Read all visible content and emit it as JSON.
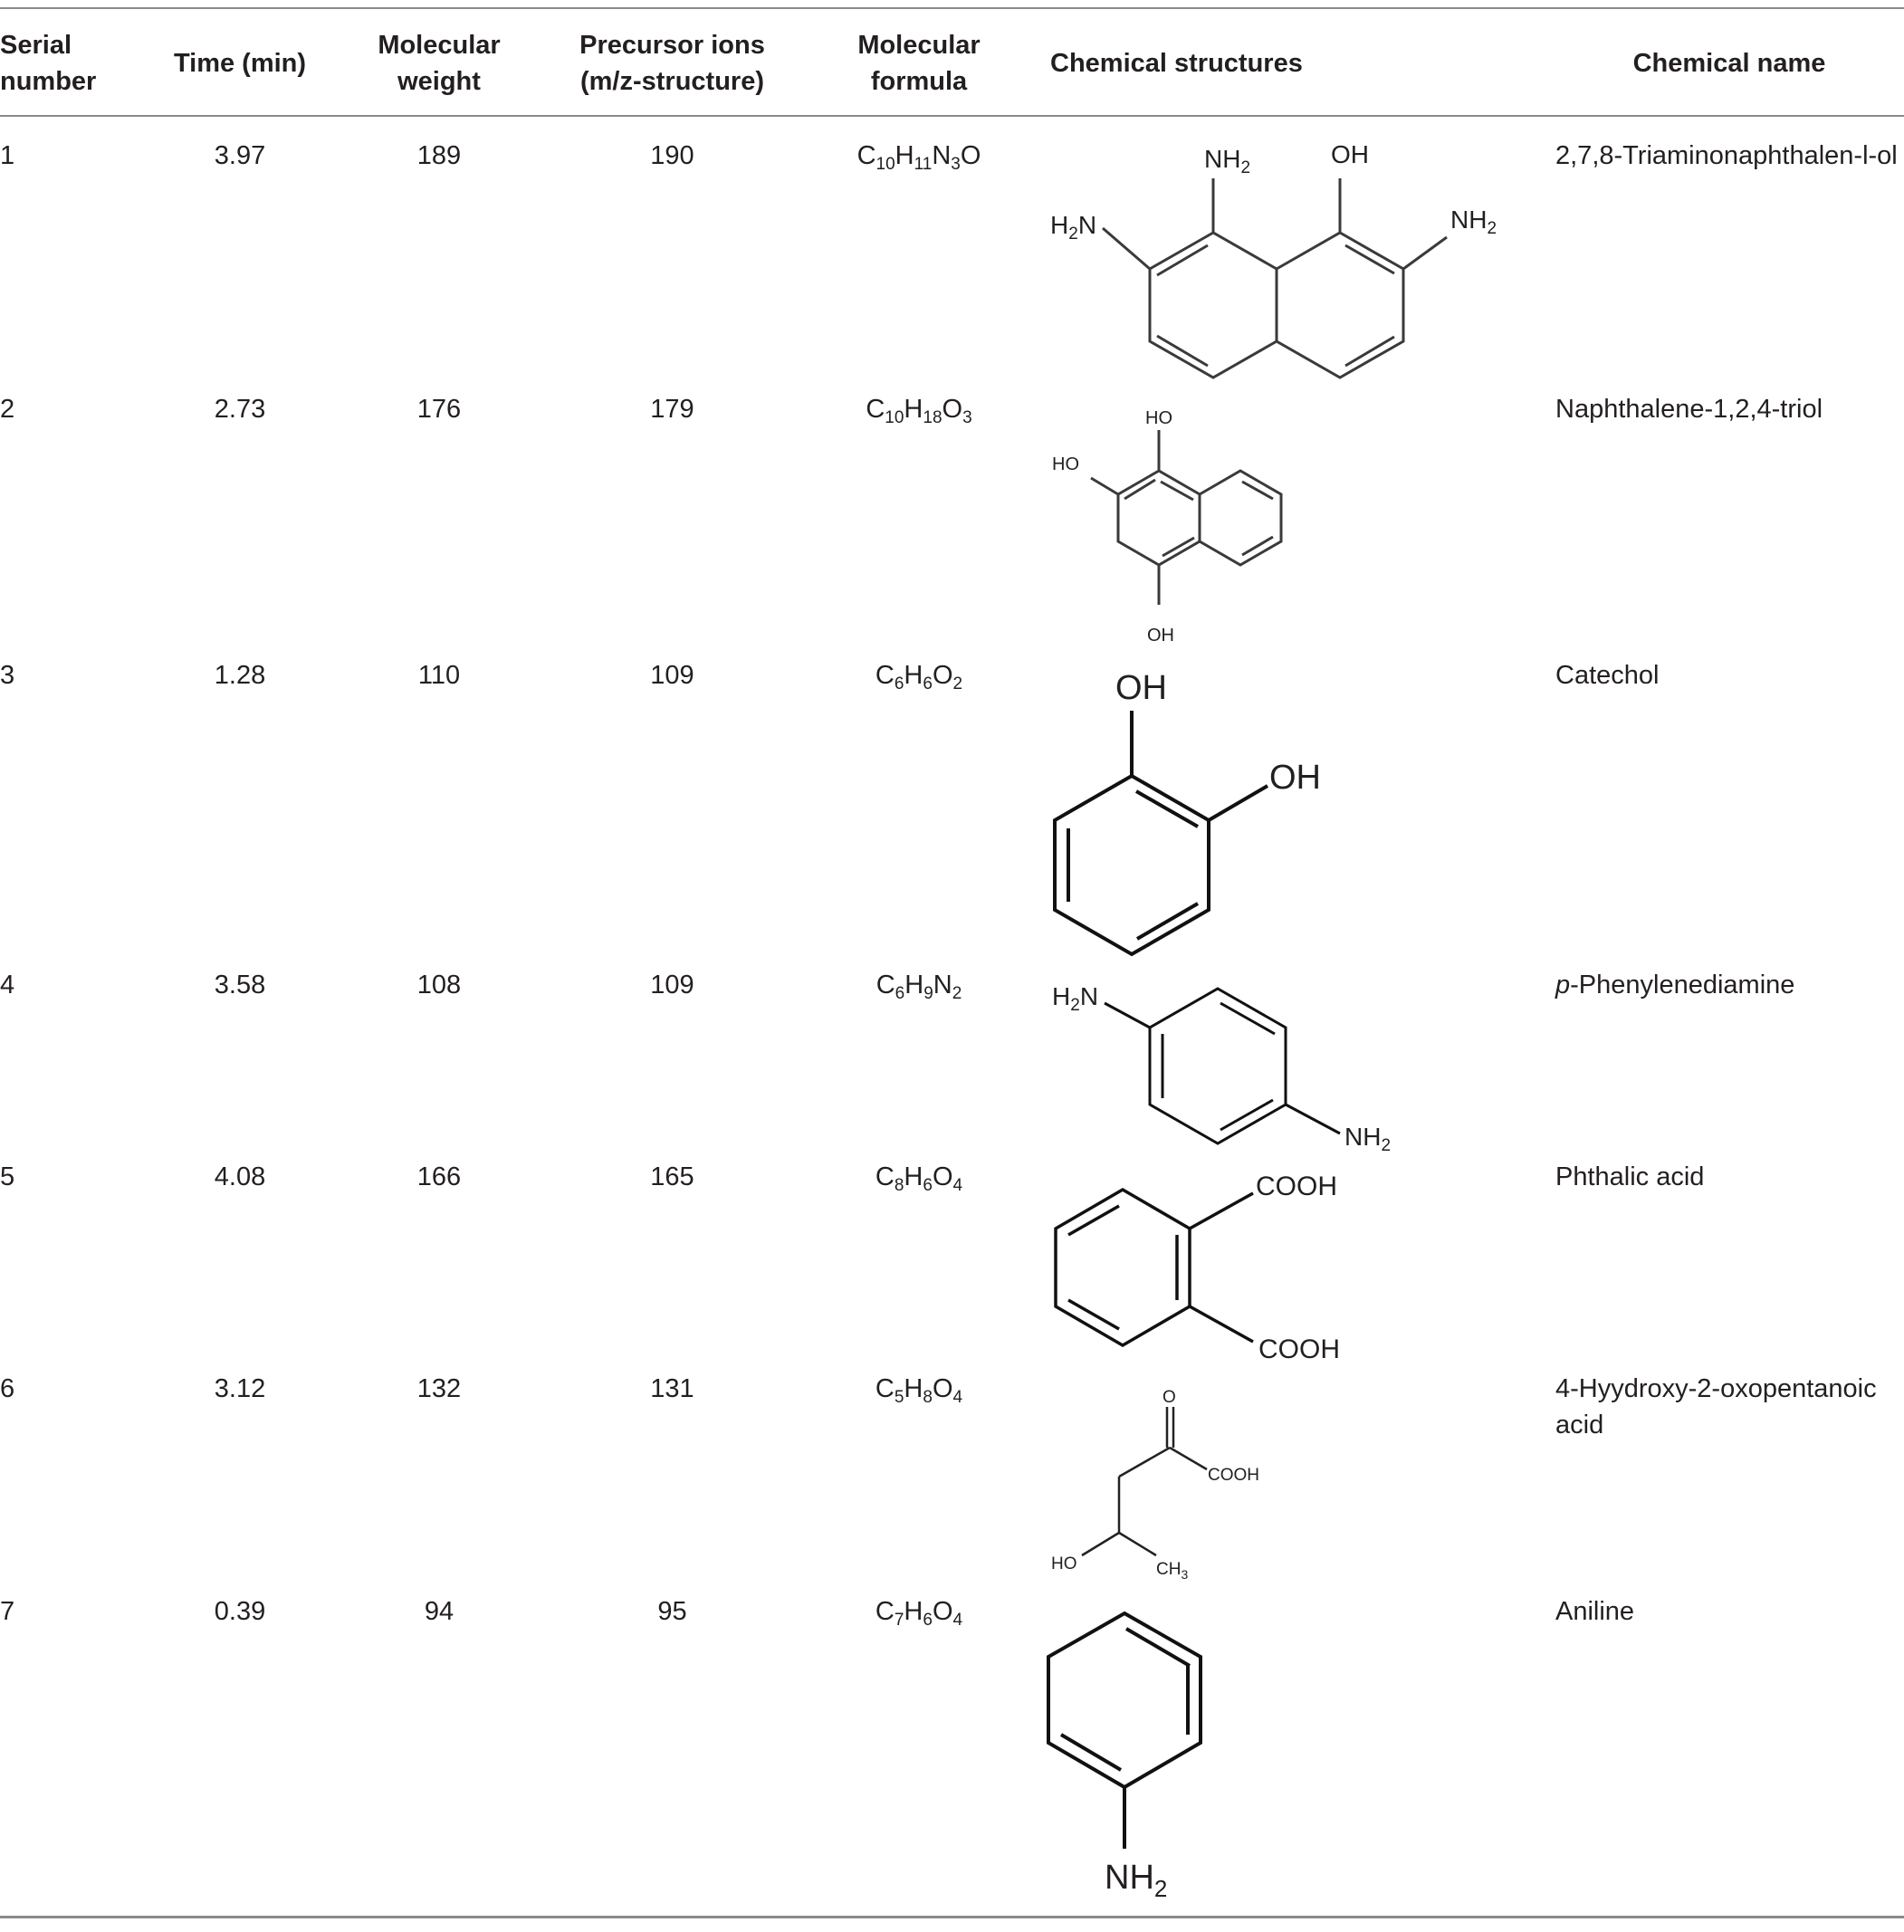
{
  "columns": {
    "serial": "Serial number",
    "time": "Time (min)",
    "mw": "Molecular weight",
    "precursor": "Precursor ions (m/z-structure)",
    "formula": "Molecular formula",
    "structure": "Chemical structures",
    "name": "Chemical name"
  },
  "rows": [
    {
      "serial": "1",
      "time": "3.97",
      "mw": "189",
      "precursor": "190",
      "formula": "C10H11N3O",
      "name": "2,7,8-Triaminonaphthalen-l-ol",
      "labels": {
        "nh2_top": "NH2",
        "oh_top": "OH",
        "h2n_left": "H2N",
        "nh2_right": "NH2"
      }
    },
    {
      "serial": "2",
      "time": "2.73",
      "mw": "176",
      "precursor": "179",
      "formula": "C10H18O3",
      "name": "Naphthalene-1,2,4-triol",
      "labels": {
        "oh_top": "HO",
        "ho_left": "HO",
        "oh_bottom": "OH"
      }
    },
    {
      "serial": "3",
      "time": "1.28",
      "mw": "110",
      "precursor": "109",
      "formula": "C6H6O2",
      "name": "Catechol",
      "labels": {
        "oh1": "OH",
        "oh2": "OH"
      }
    },
    {
      "serial": "4",
      "time": "3.58",
      "mw": "108",
      "precursor": "109",
      "formula": "C6H9N2",
      "name_prefix": "p",
      "name": "-Phenylenediamine",
      "labels": {
        "h2n": "H2N",
        "nh2": "NH2"
      }
    },
    {
      "serial": "5",
      "time": "4.08",
      "mw": "166",
      "precursor": "165",
      "formula": "C8H6O4",
      "name": "Phthalic acid",
      "labels": {
        "cooh1": "COOH",
        "cooh2": "COOH"
      }
    },
    {
      "serial": "6",
      "time": "3.12",
      "mw": "132",
      "precursor": "131",
      "formula": "C5H8O4",
      "name": "4-Hyydroxy-2-oxopentanoic acid",
      "labels": {
        "o": "O",
        "cooh": "COOH",
        "ho": "HO",
        "ch3": "CH3"
      }
    },
    {
      "serial": "7",
      "time": "0.39",
      "mw": "94",
      "precursor": "95",
      "formula": "C7H6O4",
      "name": "Aniline",
      "labels": {
        "nh2": "NH2"
      }
    }
  ]
}
